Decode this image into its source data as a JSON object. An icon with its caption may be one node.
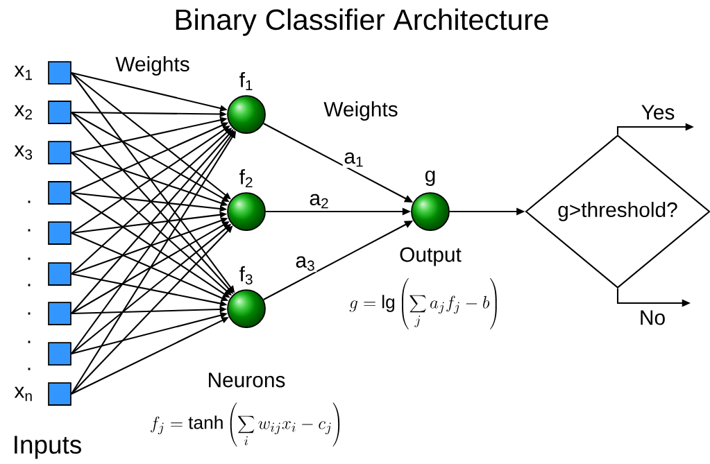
{
  "diagram": {
    "title": "Binary Classifier Architecture",
    "nodes": [
      {
        "text": [],
        "shape": "box",
        "beside": [
          "x$_{1}$"
        ]
      },
      {
        "text": [],
        "shape": "box",
        "beside": [
          "x$_{2}$"
        ]
      },
      {
        "text": [],
        "shape": "box",
        "beside": [
          "x$_{3}$"
        ]
      },
      {
        "text": [],
        "shape": "box"
      },
      {
        "text": [],
        "shape": "box"
      },
      {
        "text": [],
        "shape": "box"
      },
      {
        "text": [],
        "shape": "box"
      },
      {
        "text": [],
        "shape": "box"
      },
      {
        "text": [],
        "shape": "box",
        "beside": [
          "x$_{n}$"
        ]
      },
      {
        "text": [],
        "shape": "circle",
        "beside": [
          "f$_{1}$"
        ]
      },
      {
        "text": [],
        "shape": "circle",
        "beside": [
          "f$_{2}$"
        ]
      },
      {
        "text": [],
        "shape": "circle",
        "beside": [
          "f$_{3}$"
        ]
      },
      {
        "text": [],
        "shape": "circle",
        "beside": [
          "g"
        ]
      },
      {
        "text": [
          "g>threshold?"
        ]
      }
    ],
    "edges": [
      {
        "from": 0,
        "to": 9,
        "arrow": "to"
      },
      {
        "from": 0,
        "to": 10,
        "arrow": "to"
      },
      {
        "from": 0,
        "to": 11,
        "arrow": "to"
      },
      {
        "from": 1,
        "to": 9,
        "arrow": "to"
      },
      {
        "from": 1,
        "to": 10,
        "arrow": "to"
      },
      {
        "from": 1,
        "to": 11,
        "arrow": "to"
      },
      {
        "from": 2,
        "to": 9,
        "arrow": "to"
      },
      {
        "from": 2,
        "to": 10,
        "arrow": "to"
      },
      {
        "from": 2,
        "to": 11,
        "arrow": "to"
      },
      {
        "from": 3,
        "to": 9,
        "arrow": "to"
      },
      {
        "from": 3,
        "to": 10,
        "arrow": "to"
      },
      {
        "from": 3,
        "to": 11,
        "arrow": "to"
      },
      {
        "from": 4,
        "to": 9,
        "arrow": "to"
      },
      {
        "from": 4,
        "to": 10,
        "arrow": "to"
      },
      {
        "from": 4,
        "to": 11,
        "arrow": "to"
      },
      {
        "from": 5,
        "to": 9,
        "arrow": "to"
      },
      {
        "from": 5,
        "to": 10,
        "arrow": "to"
      },
      {
        "from": 5,
        "to": 11,
        "arrow": "to"
      },
      {
        "from": 6,
        "to": 9,
        "arrow": "to"
      },
      {
        "from": 6,
        "to": 10,
        "arrow": "to"
      },
      {
        "from": 6,
        "to": 11,
        "arrow": "to"
      },
      {
        "from": 7,
        "to": 9,
        "arrow": "to"
      },
      {
        "from": 7,
        "to": 10,
        "arrow": "to"
      },
      {
        "from": 7,
        "to": 11,
        "arrow": "to"
      },
      {
        "from": 8,
        "to": 9,
        "arrow": "to"
      },
      {
        "from": 8,
        "to": 10,
        "arrow": "to"
      },
      {
        "from": 8,
        "to": 11,
        "arrow": "to"
      },
      {
        "from": 9,
        "to": 12,
        "arrow": "to",
        "label": "a$_{1}$"
      },
      {
        "from": 10,
        "to": 12,
        "arrow": "to",
        "label": "a$_{2}$"
      },
      {
        "from": 11,
        "to": 12,
        "arrow": "to",
        "label": "a$_{3}$"
      },
      {
        "from": 12,
        "to": 13,
        "arrow": "to"
      },
      {
        "from": 13,
        "to": null,
        "arrow": "to",
        "label": "Yes"
      },
      {
        "from": 13,
        "to": null,
        "arrow": "to",
        "label": "No"
      }
    ],
    "labels": [
      "Weights",
      "Weights",
      ".",
      ".",
      ".",
      ".",
      ".",
      ".",
      ".",
      "Output",
      "g=\\lg\\left(\\sum_j a_j f_j - b\\right)",
      "Neurons",
      "f_j=\\tanh\\left(\\sum_i w_{ij} x_i - c_j\\right)",
      "Inputs"
    ]
  }
}
